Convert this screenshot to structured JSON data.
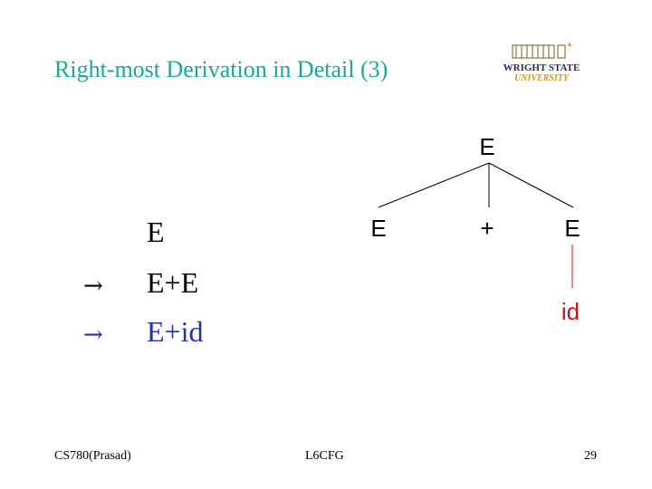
{
  "slide": {
    "title": "Right-most Derivation in Detail (3)",
    "logo": {
      "line1": "WRIGHT STATE",
      "line2": "UNIVERSITY"
    }
  },
  "derivation": {
    "line1": "E",
    "arrow": "→",
    "line2": "E+E",
    "line3": "E+id"
  },
  "tree": {
    "root": "E",
    "left": "E",
    "op": "+",
    "right": "E",
    "leaf": "id"
  },
  "footer": {
    "left": "CS780(Prasad)",
    "center": "L6CFG",
    "page": "29"
  },
  "colors": {
    "title": "#1aa79a",
    "highlight": "#2630a8",
    "tree_leaf": "#c0161c",
    "tree_leaf_edge": "#c0161c"
  }
}
